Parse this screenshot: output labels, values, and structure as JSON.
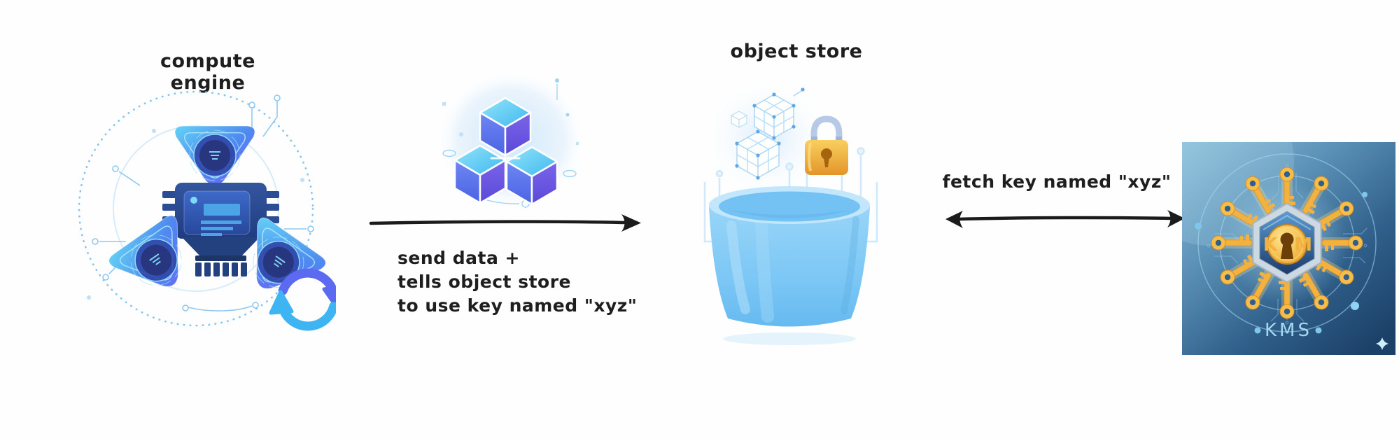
{
  "labels": {
    "compute_engine": "compute engine",
    "object_store": "object store",
    "kms": "KMS",
    "kms_badge_left": "K",
    "kms_badge_right": "M"
  },
  "annotations": {
    "send_line1": "send data +",
    "send_line2": "tells object store",
    "send_line3": "to use key named \"xyz\"",
    "fetch": "fetch key named \"xyz\""
  },
  "colors": {
    "arrow_black": "#1b1b1b",
    "text": "#1e1e1e",
    "shield_blue": "#55c1f0",
    "shield_purple": "#6b5bf5",
    "chip_navy": "#2c4c94",
    "cube_top": "#59cdf4",
    "cube_left": "#5b74ee",
    "cube_right": "#6b59e6",
    "bucket_blue": "#7cc7f5",
    "padlock_gold": "#eda62e",
    "key_gold": "#f3b23f",
    "kms_bg_light": "#8ec1dc",
    "kms_bg_dark": "#1d4268",
    "kms_label_blue": "#a5d8f0",
    "circuit_blue": "#8ec8f2"
  }
}
